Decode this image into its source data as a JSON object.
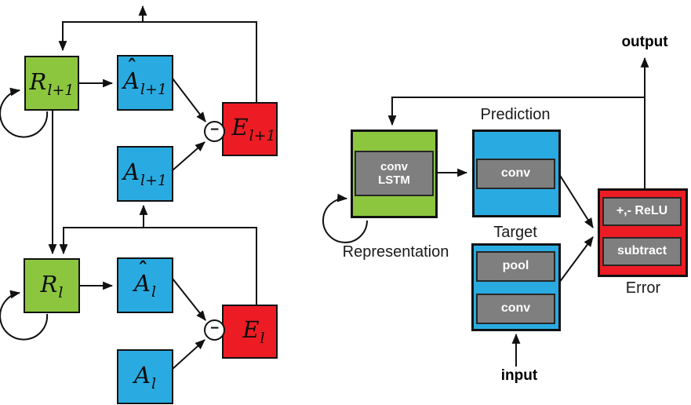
{
  "colors": {
    "green": "#8CC63F",
    "blue": "#29ABE2",
    "red": "#ED1C24",
    "gray": "#7F7F7F"
  },
  "left": {
    "minus": "−",
    "nodes": {
      "r_top": {
        "base": "R",
        "hat": "",
        "sub": "l+1"
      },
      "ahat_top": {
        "base": "A",
        "hat": "ˆ",
        "sub": "l+1"
      },
      "a_top": {
        "base": "A",
        "hat": "",
        "sub": "l+1"
      },
      "e_top": {
        "base": "E",
        "hat": "",
        "sub": "l+1"
      },
      "r_bot": {
        "base": "R",
        "hat": "",
        "sub": "l"
      },
      "ahat_bot": {
        "base": "A",
        "hat": "ˆ",
        "sub": "l"
      },
      "a_bot": {
        "base": "A",
        "hat": "",
        "sub": "l"
      },
      "e_bot": {
        "base": "E",
        "hat": "",
        "sub": "l"
      }
    }
  },
  "right": {
    "representation": {
      "label": "Representation",
      "inner": [
        "conv",
        "LSTM"
      ]
    },
    "prediction": {
      "label": "Prediction",
      "inner": [
        "conv"
      ]
    },
    "target": {
      "label": "Target",
      "inner": [
        "pool",
        "conv"
      ]
    },
    "error": {
      "label": "Error",
      "inner": [
        "+,- ReLU",
        "subtract"
      ]
    },
    "output_label": "output",
    "input_label": "input"
  }
}
